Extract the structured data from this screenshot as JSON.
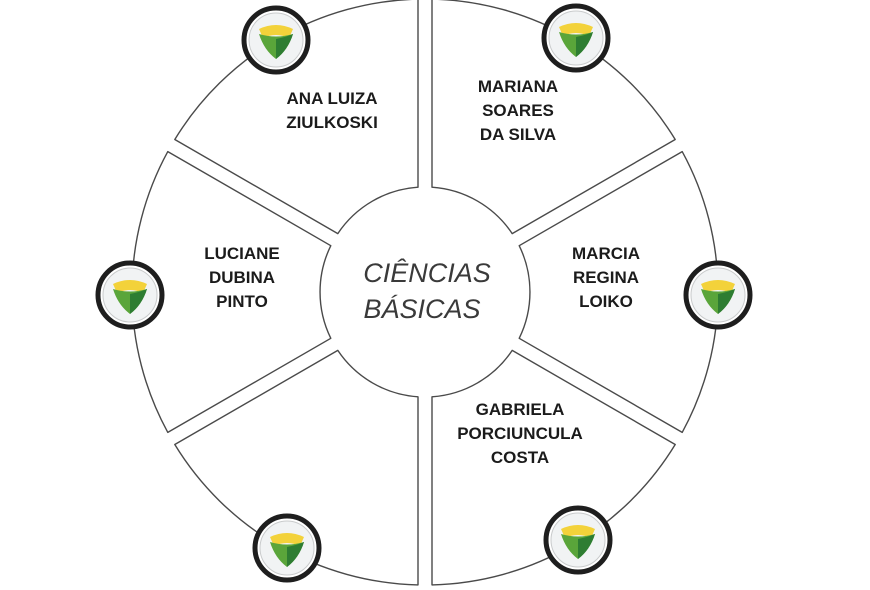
{
  "center": {
    "line1": "CIÊNCIAS",
    "line2": "BÁSICAS"
  },
  "segments": [
    {
      "id": "top-left",
      "lines": [
        "ANA LUIZA",
        "ZIULKOSKI"
      ]
    },
    {
      "id": "top-right",
      "lines": [
        "MARIANA",
        "SOARES",
        "DA SILVA"
      ]
    },
    {
      "id": "right",
      "lines": [
        "MARCIA",
        "REGINA",
        "LOIKO"
      ]
    },
    {
      "id": "bottom-right",
      "lines": [
        "GABRIELA",
        "PORCIUNCULA",
        "COSTA"
      ]
    },
    {
      "id": "bottom-left",
      "lines": []
    },
    {
      "id": "left",
      "lines": [
        "LUCIANE",
        "DUBINA",
        "PINTO"
      ]
    }
  ],
  "colors": {
    "outline": "#4a4a4a",
    "badge_ring": "#1e1e1e",
    "logo_yellow": "#f3d23a",
    "logo_green": "#5aa53a",
    "logo_dark_green": "#2e7d32",
    "text": "#1b1b1b"
  },
  "icons": {
    "badge": "shield-logo-icon"
  }
}
